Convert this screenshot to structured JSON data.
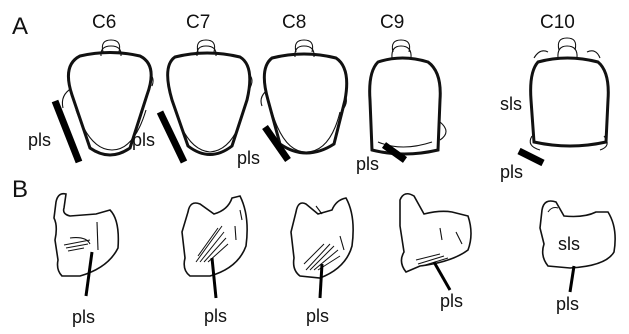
{
  "panels": {
    "a": "A",
    "b": "B"
  },
  "vertebrae": [
    {
      "name": "C6",
      "marker": "pls"
    },
    {
      "name": "C7",
      "marker": "pls"
    },
    {
      "name": "C8",
      "marker": "pls"
    },
    {
      "name": "C9",
      "marker": "pls"
    },
    {
      "name": "C10",
      "marker": "pls",
      "extra_marker": "sls"
    }
  ],
  "lateral_views": [
    {
      "marker": "pls"
    },
    {
      "marker": "pls"
    },
    {
      "marker": "pls"
    },
    {
      "marker": "pls"
    },
    {
      "marker": "pls",
      "inner_label": "sls"
    }
  ]
}
